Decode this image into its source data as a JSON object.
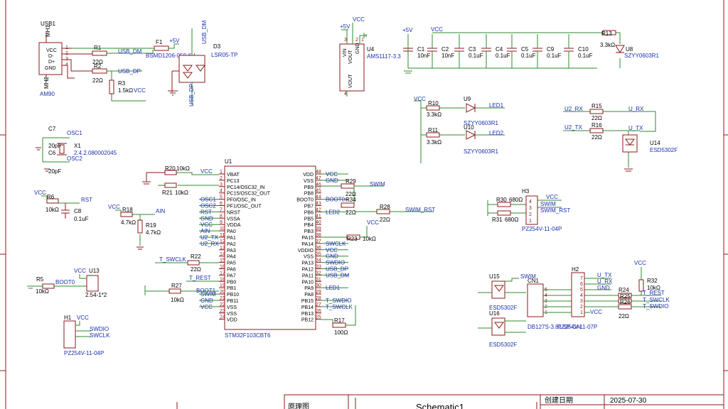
{
  "title_block": {
    "left_label": "原理图",
    "name": "Schematic1",
    "date_label": "创建日期",
    "date": "2025-07-30"
  },
  "usb": {
    "ref": "USB1",
    "mh1": "MH1",
    "mh2": "MH2",
    "part": "AM90",
    "pins": [
      "VCC",
      "D-",
      "D+",
      "GND"
    ],
    "nums": [
      "1",
      "2",
      "3",
      "4"
    ]
  },
  "r1": {
    "ref": "R1",
    "val": "22Ω",
    "net": "USB_DM"
  },
  "r2": {
    "ref": "R2",
    "val": "22Ω",
    "net": "USB_DP"
  },
  "r3": {
    "ref": "R3",
    "val": "1.5kΩ",
    "net": "VCC"
  },
  "f1": {
    "ref": "F1",
    "val": "BSMD1206-050-6V",
    "pwr": "+5V"
  },
  "d3": {
    "ref": "D3",
    "val": "LSR05-TP",
    "top": "USB_DM",
    "bot": "USB_DP"
  },
  "u4": {
    "ref": "U4",
    "val": "AMS1117-3.3",
    "p5": "+5V",
    "vcc": "VCC",
    "vin": "VIN",
    "vout": "VOUT",
    "gnd": "GND",
    "vout2": "VOUT",
    "n1": "3",
    "n2": "2",
    "n3": "1",
    "n4": "4"
  },
  "caps_row": {
    "p5": "+5V",
    "vcc": "VCC",
    "items": [
      {
        "ref": "C1",
        "val": "10nF"
      },
      {
        "ref": "C2",
        "val": "10nF"
      },
      {
        "ref": "C3",
        "val": "0.1uF"
      },
      {
        "ref": "C4",
        "val": "0.1uF"
      },
      {
        "ref": "C5",
        "val": "0.1uF"
      },
      {
        "ref": "C9",
        "val": "0.1uF"
      },
      {
        "ref": "C10",
        "val": "0.1uF"
      }
    ]
  },
  "r13": {
    "ref": "R13",
    "val": "3.3kΩ"
  },
  "u8": {
    "ref": "U8",
    "val": "SZYY0603R1"
  },
  "leds": {
    "vcc": "VCC",
    "r10": {
      "ref": "R10",
      "val": "3.3kΩ"
    },
    "u9": {
      "ref": "U9",
      "val": "SZYY0603R1"
    },
    "net1": "LED1",
    "r11": {
      "ref": "R11",
      "val": "3.3kΩ"
    },
    "u10": {
      "ref": "U10",
      "val": "SZYY0603R1"
    },
    "net2": "LED2"
  },
  "uart": {
    "a": "U2_RX",
    "b": "U2_TX",
    "r15": {
      "ref": "R15",
      "val": "22Ω"
    },
    "r16": {
      "ref": "R16",
      "val": "22Ω"
    },
    "o1": "U_RX",
    "o2": "U_TX",
    "u14": {
      "ref": "U14",
      "val": "ESD5302F"
    }
  },
  "xtal": {
    "c7": {
      "ref": "C7",
      "val": "20pF"
    },
    "c6": {
      "ref": "C6",
      "val": "20pF"
    },
    "x1": {
      "ref": "X1",
      "val": "2.4.2.080002045"
    },
    "osc1": "OSC1",
    "osc2": "OSC2"
  },
  "rst": {
    "vcc": "VCC",
    "r6": {
      "ref": "R6",
      "val": "10kΩ"
    },
    "net": "RST",
    "c8": {
      "ref": "C8",
      "val": "0.1uF"
    }
  },
  "ain": {
    "vcc": "VCC",
    "r18": {
      "ref": "R18",
      "val": "4.7kΩ"
    },
    "r19": {
      "ref": "R19",
      "val": "4.7kΩ"
    },
    "net": "AIN"
  },
  "boot": {
    "r5": {
      "ref": "R5",
      "val": "10kΩ"
    },
    "net": "BOOT0",
    "u13": {
      "ref": "U13",
      "val": "2.54-1*2"
    },
    "vcc": "VCC"
  },
  "h1": {
    "ref": "H1",
    "vcc": "VCC",
    "n1": "SWDIO",
    "n2": "SWCLK",
    "part": "PZ254V-11-04P"
  },
  "mcu": {
    "ref": "U1",
    "part": "STM32F103CBT6",
    "left": [
      {
        "n": "1",
        "p": "VBAT"
      },
      {
        "n": "2",
        "p": "PC13"
      },
      {
        "n": "3",
        "p": "PC14/OSC32_IN"
      },
      {
        "n": "4",
        "p": "PC15/OSC32_OUT"
      },
      {
        "n": "5",
        "p": "PF0/OSC_IN"
      },
      {
        "n": "6",
        "p": "PF1/OSC_OUT"
      },
      {
        "n": "7",
        "p": "NRST"
      },
      {
        "n": "8",
        "p": "VSSA"
      },
      {
        "n": "9",
        "p": "VDDA"
      },
      {
        "n": "10",
        "p": "PA0"
      },
      {
        "n": "11",
        "p": "PA1"
      },
      {
        "n": "12",
        "p": "PA2"
      },
      {
        "n": "13",
        "p": "PA3"
      },
      {
        "n": "14",
        "p": "PA4"
      },
      {
        "n": "15",
        "p": "PA5"
      },
      {
        "n": "16",
        "p": "PA6"
      },
      {
        "n": "17",
        "p": "PA7"
      },
      {
        "n": "18",
        "p": "PB0"
      },
      {
        "n": "19",
        "p": "PB1"
      },
      {
        "n": "20",
        "p": "PB10"
      },
      {
        "n": "21",
        "p": "PB11"
      },
      {
        "n": "22",
        "p": "VSS"
      },
      {
        "n": "23",
        "p": "VSS"
      },
      {
        "n": "24",
        "p": "VDD"
      }
    ],
    "right": [
      {
        "n": "48",
        "p": "VDD"
      },
      {
        "n": "47",
        "p": "VSS"
      },
      {
        "n": "46",
        "p": "PB9"
      },
      {
        "n": "45",
        "p": "PB8"
      },
      {
        "n": "44",
        "p": "BOOT0"
      },
      {
        "n": "43",
        "p": "PB7"
      },
      {
        "n": "42",
        "p": "PB6"
      },
      {
        "n": "41",
        "p": "PB5"
      },
      {
        "n": "40",
        "p": "PB4"
      },
      {
        "n": "39",
        "p": "PB3"
      },
      {
        "n": "38",
        "p": "PA15"
      },
      {
        "n": "37",
        "p": "PA14"
      },
      {
        "n": "36",
        "p": "VDDIO"
      },
      {
        "n": "35",
        "p": "VSS"
      },
      {
        "n": "34",
        "p": "PA13"
      },
      {
        "n": "33",
        "p": "PA12"
      },
      {
        "n": "32",
        "p": "PA11"
      },
      {
        "n": "31",
        "p": "PA10"
      },
      {
        "n": "30",
        "p": "PA9"
      },
      {
        "n": "29",
        "p": "PA8"
      },
      {
        "n": "28",
        "p": "PB15"
      },
      {
        "n": "27",
        "p": "PB14"
      },
      {
        "n": "26",
        "p": "PB13"
      },
      {
        "n": "25",
        "p": "PB12"
      }
    ],
    "left_nets": [
      "",
      "",
      "",
      "",
      "OSC1",
      "OSC2",
      "RST",
      "GND",
      "VCC",
      "AIN",
      "U2_TX",
      "U2_RX",
      "",
      "",
      "",
      "",
      "",
      "",
      "",
      "SWIM",
      "GND",
      "VCC",
      ""
    ],
    "right_nets": [
      "VCC",
      "GND",
      "",
      "",
      "BOOT0",
      "",
      "LED2",
      "",
      "",
      "",
      "",
      "SWCLK",
      "VCC",
      "GND",
      "SWDIO",
      "USB_DP",
      "USB_DM",
      "",
      "LED1",
      "",
      "T_SWDIO",
      "T_SWCLK",
      ""
    ],
    "r20": {
      "ref": "R20",
      "val": "10kΩ"
    },
    "r21": {
      "ref": "R21",
      "val": "10kΩ"
    },
    "vcc": "VCC",
    "r22": {
      "ref": "R22",
      "val": "22Ω"
    },
    "tswclk": "T_SWCLK",
    "trest": "T_REST",
    "r27": {
      "ref": "R27",
      "val": "10kΩ"
    },
    "boot1": "BOOT1",
    "r29": {
      "ref": "R29",
      "val": "22Ω"
    },
    "swim": "SWIM",
    "r34": {
      "ref": "R34",
      "val": "22Ω"
    },
    "r28": {
      "ref": "R28",
      "val": "22Ω"
    },
    "swim_rst": "SWIM_RST",
    "r23": {
      "ref": "R23",
      "val": "10kΩ"
    },
    "r17": {
      "ref": "R17",
      "val": "100Ω"
    },
    "vcc2": "VCC"
  },
  "h3": {
    "ref": "H3",
    "r30": {
      "ref": "R30",
      "val": "680Ω"
    },
    "r31": {
      "ref": "R31",
      "val": "680Ω"
    },
    "vcc": "VCC",
    "swim": "SWIM",
    "swim_rst": "SWIM_RST",
    "part": "PZ254V-11-04P",
    "nums": [
      "4",
      "3",
      "2",
      "1"
    ]
  },
  "u15": {
    "ref": "U15",
    "val": "ESD5302F",
    "net": "SWIM"
  },
  "u16": {
    "ref": "U16",
    "val": "ESD5302F"
  },
  "cn1": {
    "ref": "CN1",
    "part": "DB127S-3.81-5P-GN",
    "nums": [
      "5",
      "4",
      "3",
      "2",
      "1"
    ]
  },
  "h2": {
    "ref": "H2",
    "part": "PZ254V-11-07P",
    "nums": [
      "7",
      "6",
      "5",
      "4",
      "3",
      "2",
      "1"
    ],
    "nets": [
      "U_TX",
      "U_RX",
      "GND"
    ],
    "vcc": "VCC"
  },
  "r24": {
    "ref": "R24",
    "val": "22Ω",
    "r_labels": [
      "R25",
      "R26"
    ],
    "nets": [
      "T_REST",
      "T_SWCLK",
      "T_SWDIO"
    ],
    "vcc": "VCC",
    "r32": {
      "ref": "R32",
      "val": "10kΩ"
    }
  }
}
